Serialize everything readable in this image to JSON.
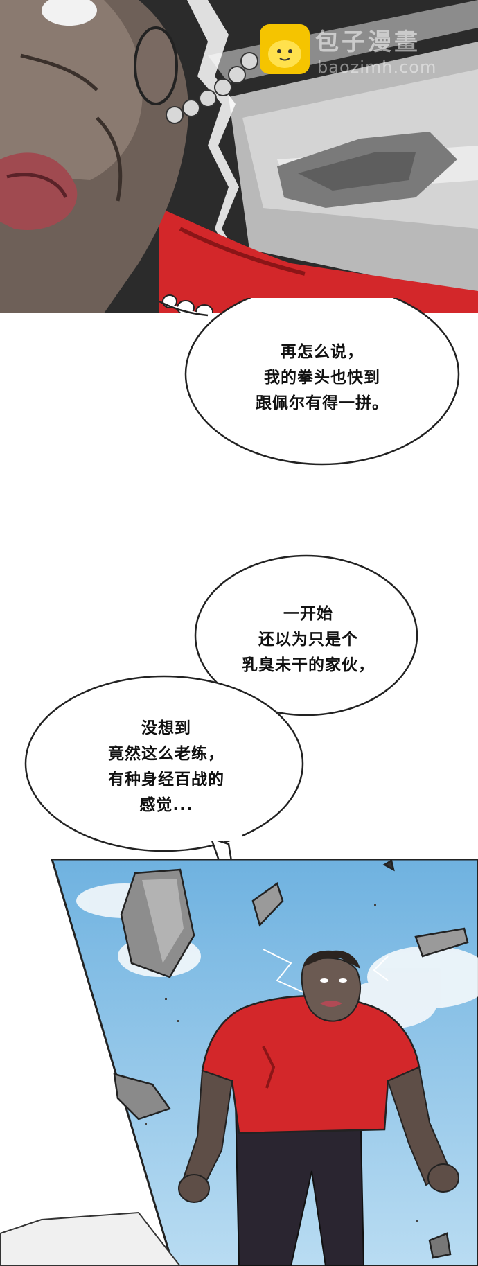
{
  "watermark": {
    "site_name": "包子漫畫",
    "site_url": "baozimh.com"
  },
  "bubbles": [
    {
      "lines": [
        "再怎么说，",
        "我的拳头也快到",
        "跟佩尔有得一拼。"
      ]
    },
    {
      "lines": [
        "一开始",
        "还以为只是个",
        "乳臭未干的家伙，"
      ]
    },
    {
      "lines": [
        "没想到",
        "竟然这么老练，",
        "有种身经百战的",
        "感觉..."
      ]
    }
  ],
  "colors": {
    "shirt_red": "#d3272a",
    "sky_blue": "#8ec6ea",
    "skin_dark": "#6b5a52",
    "outline": "#222222"
  }
}
